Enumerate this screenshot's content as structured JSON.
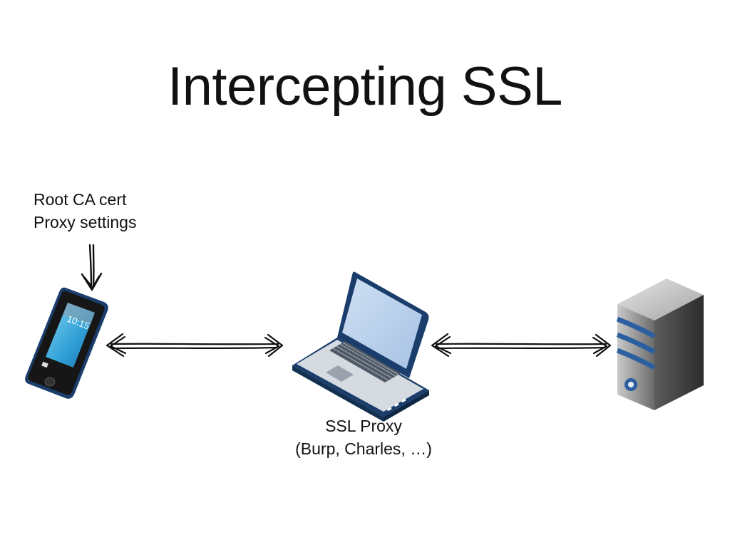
{
  "slide": {
    "title": "Intercepting SSL",
    "phone_notes": [
      "Root CA cert",
      "Proxy settings"
    ],
    "phone_time": "10:15",
    "proxy_label": {
      "line1": "SSL Proxy",
      "line2": "(Burp, Charles, …)"
    }
  },
  "icons": [
    "smartphone-icon",
    "laptop-icon",
    "server-icon"
  ],
  "colors": {
    "ink": "#111111",
    "device_outline": "#1a3d6b",
    "laptop_screen": "#b9cfe9",
    "server_stripe": "#2b5fa0"
  }
}
